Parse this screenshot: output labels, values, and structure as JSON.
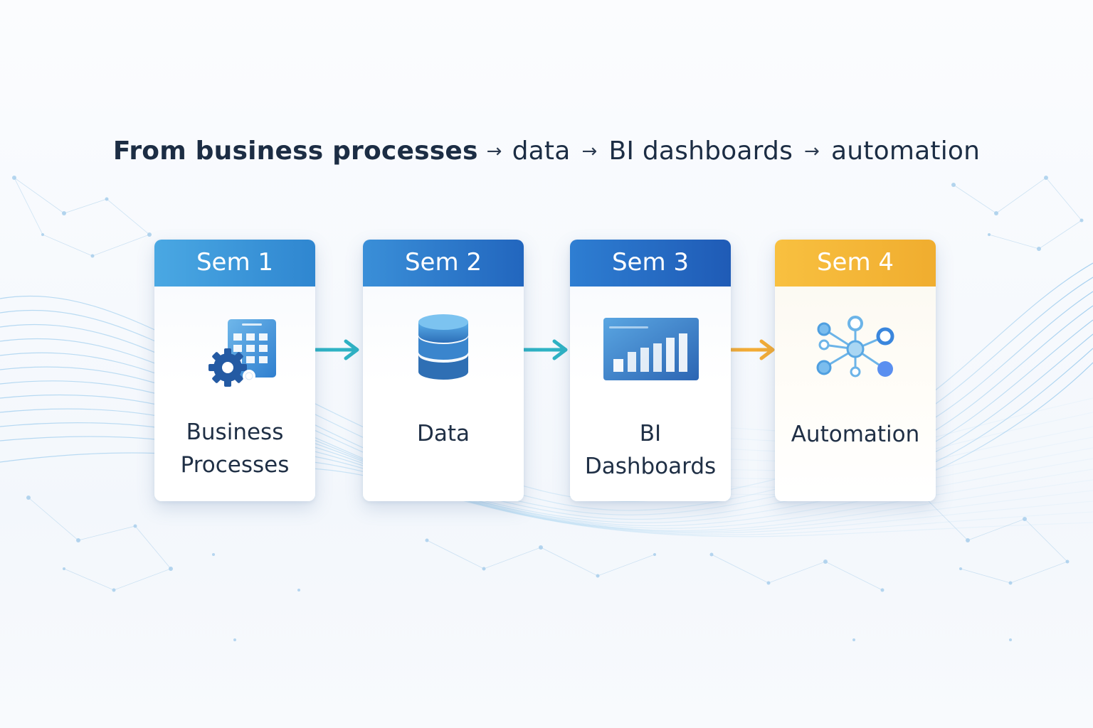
{
  "title": {
    "bold": "From business processes",
    "sep": "→",
    "part2": "data",
    "part3": "BI dashboards",
    "part4": "automation"
  },
  "colors": {
    "sem1": "#3b97dc",
    "sem2": "#2c78c9",
    "sem3": "#246ac2",
    "sem4": "#f4b535",
    "arrow_teal": "#2fb3c4",
    "arrow_orange": "#f3ac36"
  },
  "cards": [
    {
      "header": "Sem 1",
      "label": "Business\nProcesses",
      "icon": "calendar-gear-icon"
    },
    {
      "header": "Sem 2",
      "label": "Data",
      "icon": "database-icon"
    },
    {
      "header": "Sem 3",
      "label": "BI\nDashboards",
      "icon": "bar-chart-dashboard-icon"
    },
    {
      "header": "Sem 4",
      "label": "Automation",
      "icon": "network-nodes-icon"
    }
  ]
}
